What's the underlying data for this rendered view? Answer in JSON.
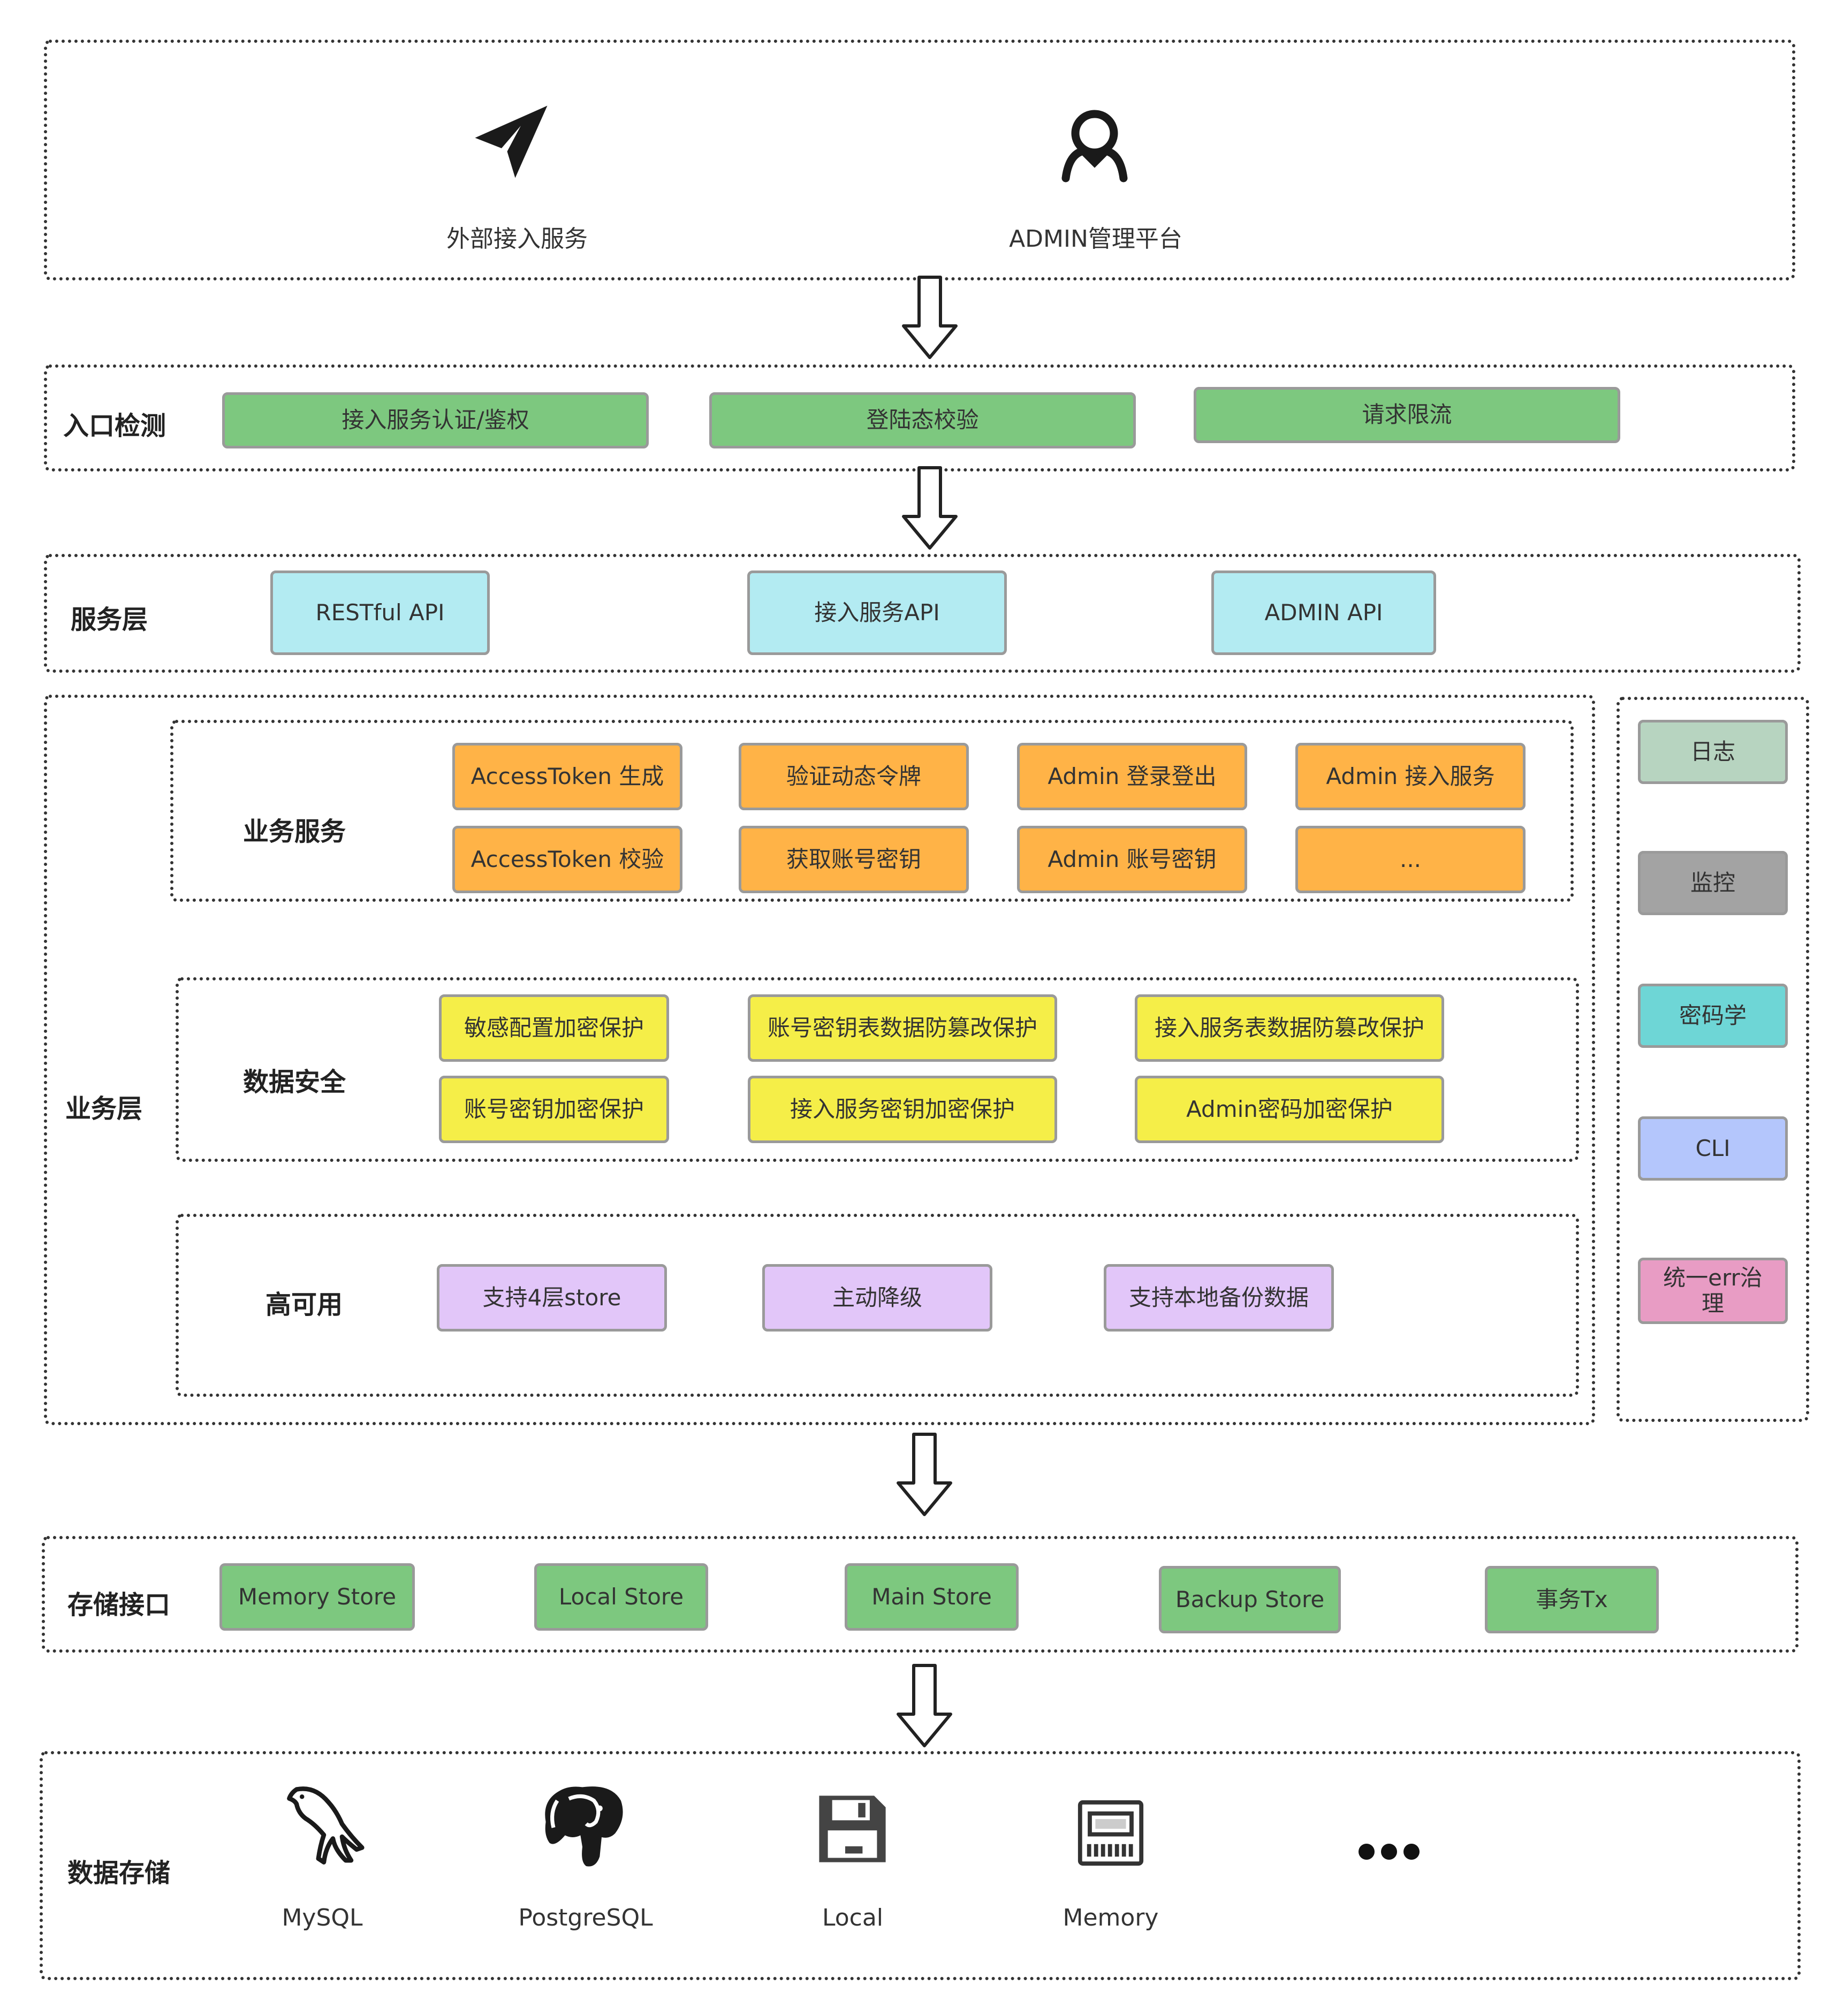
{
  "entry": {
    "items": [
      {
        "icon": "paper-plane-icon",
        "label": "外部接入服务"
      },
      {
        "icon": "user-icon",
        "label": "ADMIN管理平台"
      }
    ]
  },
  "entry_check": {
    "title": "入口检测",
    "boxes": [
      "接入服务认证/鉴权",
      "登陆态校验",
      "请求限流"
    ]
  },
  "service_layer": {
    "title": "服务层",
    "boxes": [
      "RESTful API",
      "接入服务API",
      "ADMIN API"
    ]
  },
  "business_layer": {
    "title": "业务层",
    "business_service": {
      "title": "业务服务",
      "boxes": [
        "AccessToken 生成",
        "验证动态令牌",
        "Admin 登录登出",
        "Admin 接入服务",
        "AccessToken 校验",
        "获取账号密钥",
        "Admin 账号密钥",
        "..."
      ]
    },
    "data_security": {
      "title": "数据安全",
      "boxes": [
        "敏感配置加密保护",
        "账号密钥表数据防篡改保护",
        "接入服务表数据防篡改保护",
        "账号密钥加密保护",
        "接入服务密钥加密保护",
        "Admin密码加密保护"
      ]
    },
    "high_availability": {
      "title": "高可用",
      "boxes": [
        "支持4层store",
        "主动降级",
        "支持本地备份数据"
      ]
    }
  },
  "side_panel": {
    "boxes": [
      "日志",
      "监控",
      "密码学",
      "CLI",
      "统一err治理"
    ]
  },
  "storage_interface": {
    "title": "存储接口",
    "boxes": [
      "Memory Store",
      "Local Store",
      "Main Store",
      "Backup Store",
      "事务Tx"
    ]
  },
  "data_storage": {
    "title": "数据存储",
    "items": [
      {
        "icon": "mysql-dolphin-icon",
        "label": "MySQL"
      },
      {
        "icon": "postgresql-elephant-icon",
        "label": "PostgreSQL"
      },
      {
        "icon": "floppy-disk-icon",
        "label": "Local"
      },
      {
        "icon": "memory-chip-icon",
        "label": "Memory"
      },
      {
        "icon": "ellipsis-icon",
        "label": ""
      }
    ]
  },
  "colors": {
    "green": "#7dc87f",
    "cyan": "#b3ebf2",
    "orange": "#ffb347",
    "yellow": "#f5ee48",
    "purple": "#e2c6f9",
    "log": "#b7d4c0",
    "monitor": "#a3a3a3",
    "crypto": "#6ed6d6",
    "cli": "#b4c6fc",
    "err": "#e89cc4"
  }
}
